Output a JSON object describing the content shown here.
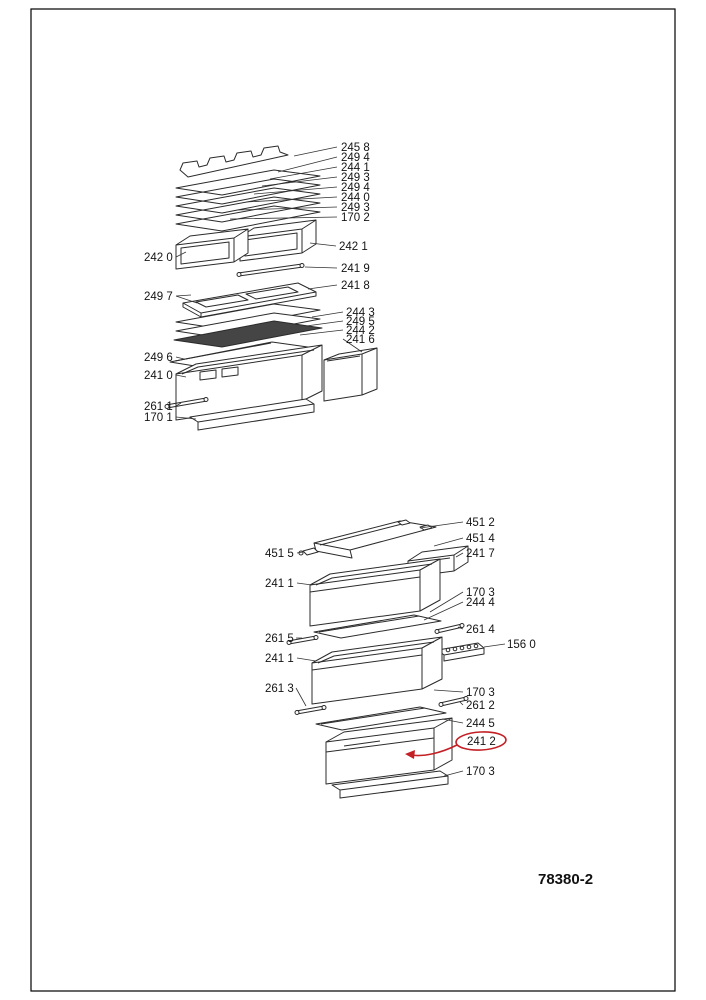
{
  "page": {
    "doc_number": "78380-2"
  },
  "part_labels": {
    "upper": [
      "245 8",
      "249 4",
      "244 1",
      "249 3",
      "249 4",
      "244 0",
      "249 3",
      "170 2",
      "242 1",
      "242 0",
      "241 9",
      "241 8",
      "249 7",
      "244 3",
      "249 5",
      "244 2",
      "241 6",
      "249 6",
      "241 0",
      "261 1",
      "170 1"
    ],
    "lower": [
      "451 2",
      "451 4",
      "451 5",
      "241 7",
      "241 1",
      "170 3",
      "244 4",
      "261 5",
      "261 4",
      "156 0",
      "241 1",
      "261 3",
      "170 3",
      "261 2",
      "244 5",
      "241 2",
      "170 3"
    ]
  },
  "annotation": {
    "highlighted_part": "241 2",
    "color": "#c32026"
  }
}
